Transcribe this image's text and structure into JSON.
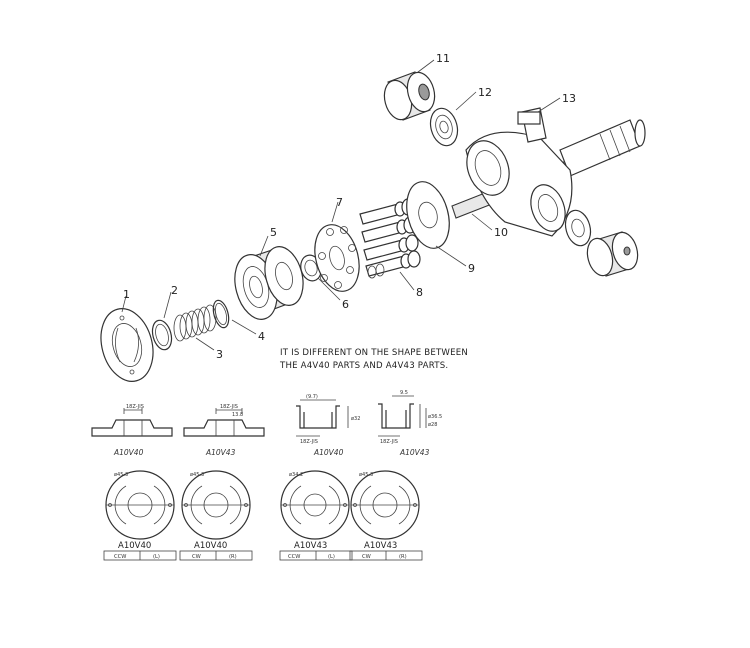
{
  "callouts": {
    "c1": "1",
    "c2": "2",
    "c3": "3",
    "c4": "4",
    "c5": "5",
    "c6": "6",
    "c7": "7",
    "c8": "8",
    "c9": "9",
    "c10": "10",
    "c11": "11",
    "c12": "12",
    "c13": "13"
  },
  "note": {
    "line1": "IT IS DIFFERENT ON THE SHAPE BETWEEN",
    "line2": "THE A4V40 PARTS AND A4V43 PARTS."
  },
  "side_views": [
    {
      "label": "A10V40",
      "dim": "18Z-JIS",
      "dim2": ""
    },
    {
      "label": "A10V43",
      "dim": "18Z-JIS",
      "dim2": "13.8"
    },
    {
      "label": "A10V40",
      "dim": "18Z-JIS",
      "dim2": "(9.7)",
      "dim3": "ø32"
    },
    {
      "label": "A10V43",
      "dim": "18Z-JIS",
      "dim2": "9.5",
      "dim3": "ø36.5",
      "dim4": "ø28"
    }
  ],
  "plates": [
    {
      "label": "A10V40",
      "dia": "ø45.3",
      "rot": "CCW",
      "code": "(L)"
    },
    {
      "label": "A10V40",
      "dia": "ø45.3",
      "rot": "CW",
      "code": "(R)"
    },
    {
      "label": "A10V43",
      "dia": "ø34.2",
      "rot": "CCW",
      "code": "(L)"
    },
    {
      "label": "A10V43",
      "dia": "ø45.3",
      "rot": "CW",
      "code": "(R)"
    }
  ]
}
